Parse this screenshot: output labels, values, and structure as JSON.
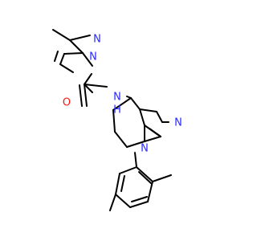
{
  "molecule": {
    "atom_colors": {
      "N": "#2828ff",
      "O": "#ff1414",
      "C": "#000000"
    },
    "labels": {
      "n_pyrazole_methyl": "N",
      "n_pyrazole_ring": "N",
      "o_carbonyl": "O",
      "n_amide": "N",
      "h_amide": "H",
      "n_indazole_ring": "N",
      "n_indazole_aryl": "N"
    }
  }
}
